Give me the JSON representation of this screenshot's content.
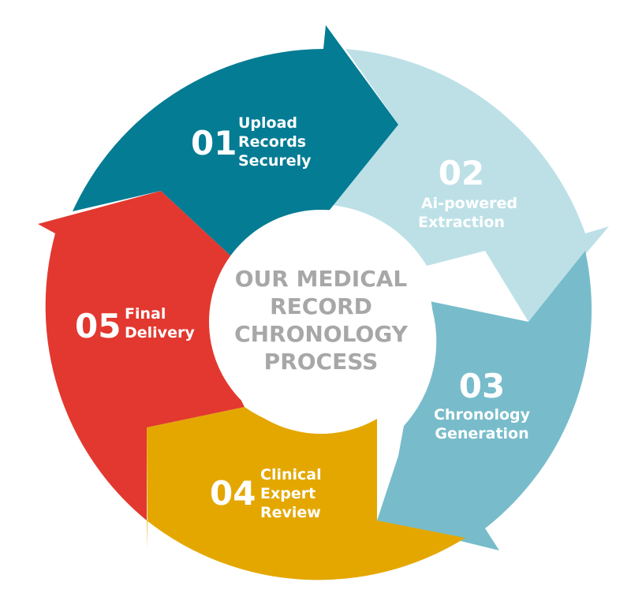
{
  "center": {
    "lines": [
      "OUR MEDICAL",
      "RECORD",
      "CHRONOLOGY",
      "PROCESS"
    ]
  },
  "steps": [
    {
      "number": "01",
      "lines": [
        "Upload",
        "Records",
        "Securely"
      ],
      "color": "#047c94"
    },
    {
      "number": "02",
      "lines": [
        "Ai-powered",
        "Extraction"
      ],
      "color": "#bde0e7"
    },
    {
      "number": "03",
      "lines": [
        "Chronology",
        "Generation"
      ],
      "color": "#78bccb"
    },
    {
      "number": "04",
      "lines": [
        "Clinical",
        "Expert",
        "Review"
      ],
      "color": "#e4a700"
    },
    {
      "number": "05",
      "lines": [
        "Final",
        "Delivery"
      ],
      "color": "#e2382f"
    }
  ],
  "colors": {
    "center_fill": "#ffffff",
    "center_text": "#a7a7a7",
    "step_text": "#ffffff"
  }
}
